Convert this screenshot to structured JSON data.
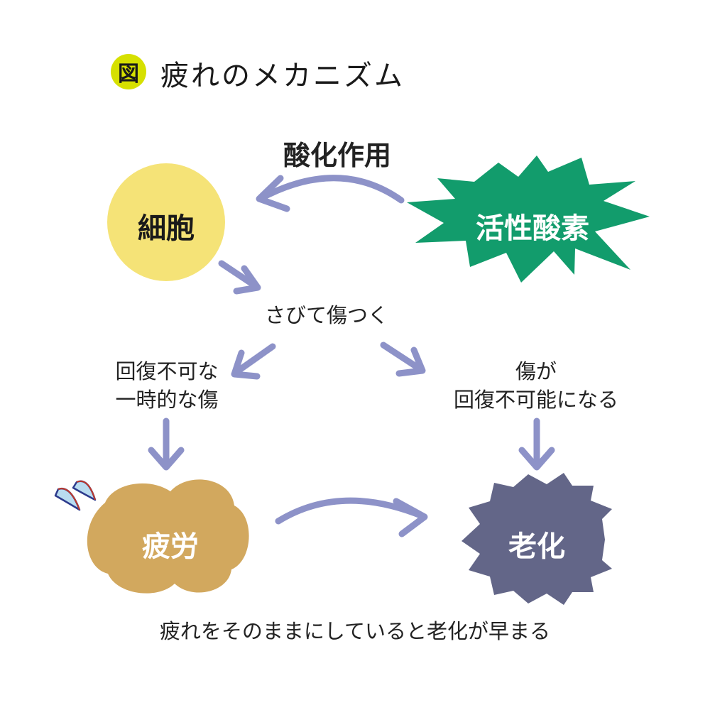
{
  "header": {
    "badge": "図",
    "title": "疲れのメカニズム"
  },
  "process_label": "酸化作用",
  "nodes": {
    "cell": "細胞",
    "active_oxygen": "活性酸素",
    "fatigue": "疲労",
    "aging": "老化"
  },
  "steps": {
    "damage": "さびて傷つく",
    "temporary_line1": "回復不可な",
    "temporary_line2": "一時的な傷",
    "permanent_line1": "傷が",
    "permanent_line2": "回復不可能になる"
  },
  "footer": "疲れをそのままにしていると老化が早まる",
  "colors": {
    "badge": "#d6e000",
    "cell": "#f5e377",
    "active_oxygen": "#129c6c",
    "fatigue": "#d2a85e",
    "aging": "#636688",
    "arrow": "#8d92c8"
  }
}
